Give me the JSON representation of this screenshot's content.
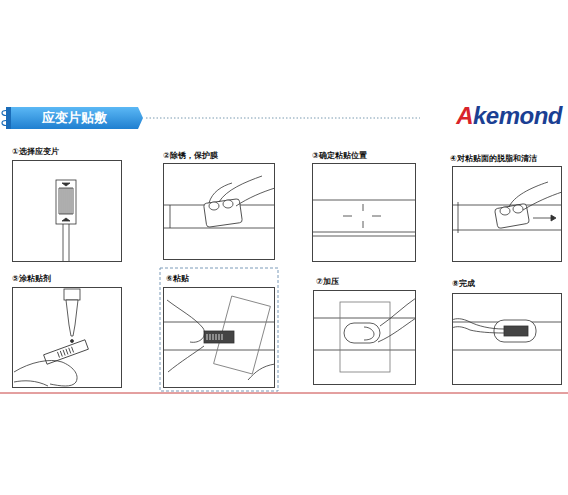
{
  "diagram": {
    "title": "应变片贴敷",
    "nodes": [
      {
        "text": [
          "①选择应变片"
        ]
      },
      {
        "text": [
          "②除锈，保护膜"
        ]
      },
      {
        "text": [
          "③确定粘贴位置"
        ]
      },
      {
        "text": [
          "④对粘贴面的脱脂和清洁"
        ]
      },
      {
        "text": [
          "⑤涂粘贴剂"
        ]
      },
      {
        "text": [
          "⑥粘贴"
        ]
      },
      {
        "text": [
          "⑦加压"
        ]
      },
      {
        "text": [
          "⑧完成"
        ]
      }
    ],
    "labels": [
      "Akemond"
    ]
  }
}
